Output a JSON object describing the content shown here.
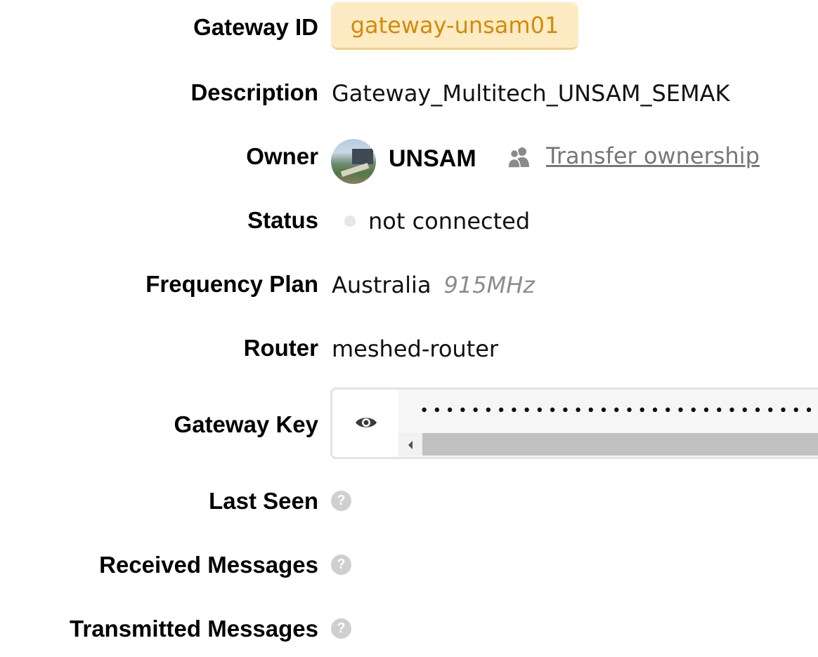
{
  "fields": {
    "gateway_id": {
      "label": "Gateway ID",
      "value": "gateway-unsam01"
    },
    "description": {
      "label": "Description",
      "value": "Gateway_Multitech_UNSAM_SEMAK"
    },
    "owner": {
      "label": "Owner",
      "name": "UNSAM",
      "transfer_link": "Transfer ownership"
    },
    "status": {
      "label": "Status",
      "value": "not connected",
      "dot_color": "#e6e6e6"
    },
    "frequency_plan": {
      "label": "Frequency Plan",
      "region": "Australia",
      "band": "915MHz"
    },
    "router": {
      "label": "Router",
      "value": "meshed-router"
    },
    "gateway_key": {
      "label": "Gateway Key",
      "masked_value": "••••••••••••••••••••••••••••••••"
    },
    "last_seen": {
      "label": "Last Seen",
      "help": "?"
    },
    "received_messages": {
      "label": "Received Messages",
      "help": "?"
    },
    "transmitted_messages": {
      "label": "Transmitted Messages",
      "help": "?"
    }
  },
  "icons": {
    "avatar": "owner-avatar-image",
    "transfer": "users-icon",
    "reveal_key": "eye-icon",
    "help": "help-circle-icon"
  },
  "colors": {
    "badge_bg": "#fdebc4",
    "badge_text": "#d48a06",
    "link": "#777777",
    "muted": "#8c8c8c"
  }
}
